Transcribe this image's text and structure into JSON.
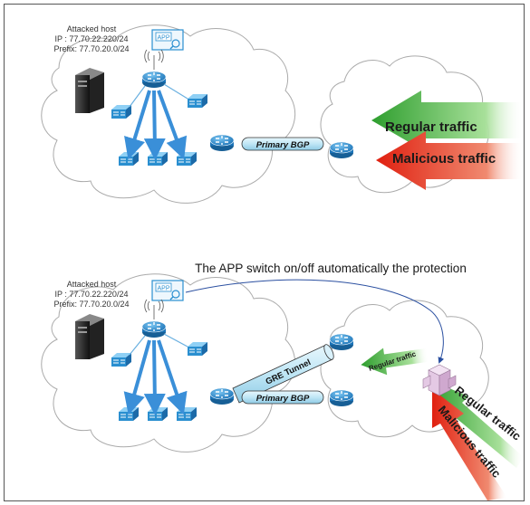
{
  "top": {
    "host_title": "Attacked host",
    "host_ip": "IP : 77.70.22.220/24",
    "host_prefix": "Prefix: 77.70.20.0/24",
    "app_label": "APP",
    "bgp_label": "Primary BGP",
    "regular_label": "Regular traffic",
    "malicious_label": "Malicious traffic"
  },
  "bottom": {
    "caption": "The APP switch on/off automatically the protection",
    "host_title": "Attacked host",
    "host_ip": "IP : 77.70.22.220/24",
    "host_prefix": "Prefix: 77.70.20.0/24",
    "app_label": "APP",
    "gre_label": "GRE Tunnel",
    "bgp_label": "Primary BGP",
    "regular_small_label": "Regular traffic",
    "regular_label": "Regular traffic",
    "malicious_label": "Malicious traffic"
  },
  "colors": {
    "regular": "#2e9e2e",
    "malicious": "#e02010",
    "router": "#2a8fd0",
    "arrow_blue": "#3a8fd8",
    "tunnel": "#bfe6f5"
  }
}
